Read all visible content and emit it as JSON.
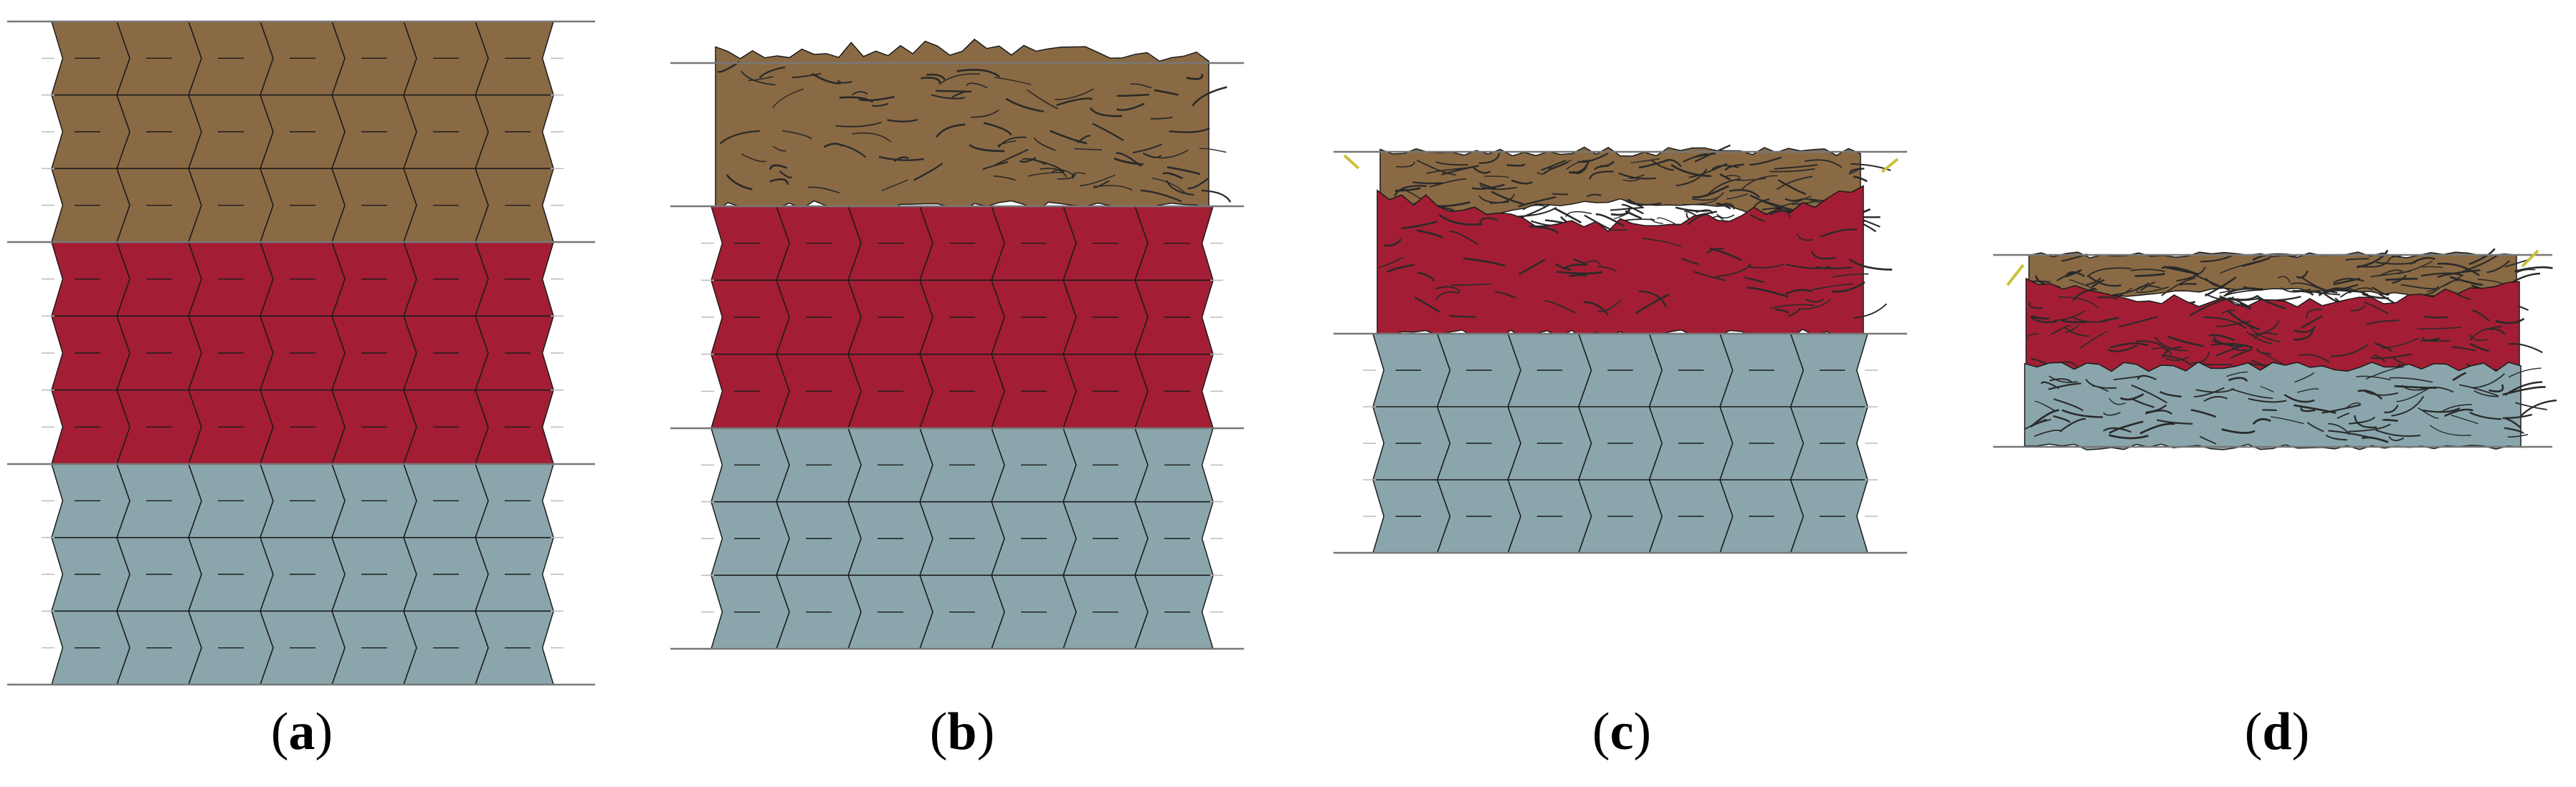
{
  "colors": {
    "top_layer": "#8A6A44",
    "middle_layer": "#A31E34",
    "bottom_layer": "#8AA6AC",
    "cell_edge": "#1b1b1b",
    "plate": "#777777",
    "debris": "#2a2a2a",
    "marker": "#C9C23A"
  },
  "panels": [
    {
      "id": "a",
      "label": "a",
      "paren_open": "(",
      "paren_close": ")",
      "stage": "undeformed"
    },
    {
      "id": "b",
      "label": "b",
      "paren_open": "(",
      "paren_close": ")",
      "stage": "top-layer-crushing"
    },
    {
      "id": "c",
      "label": "c",
      "paren_open": "(",
      "paren_close": ")",
      "stage": "middle-layer-crushing"
    },
    {
      "id": "d",
      "label": "d",
      "paren_open": "(",
      "paren_close": ")",
      "stage": "fully-compacted"
    }
  ]
}
